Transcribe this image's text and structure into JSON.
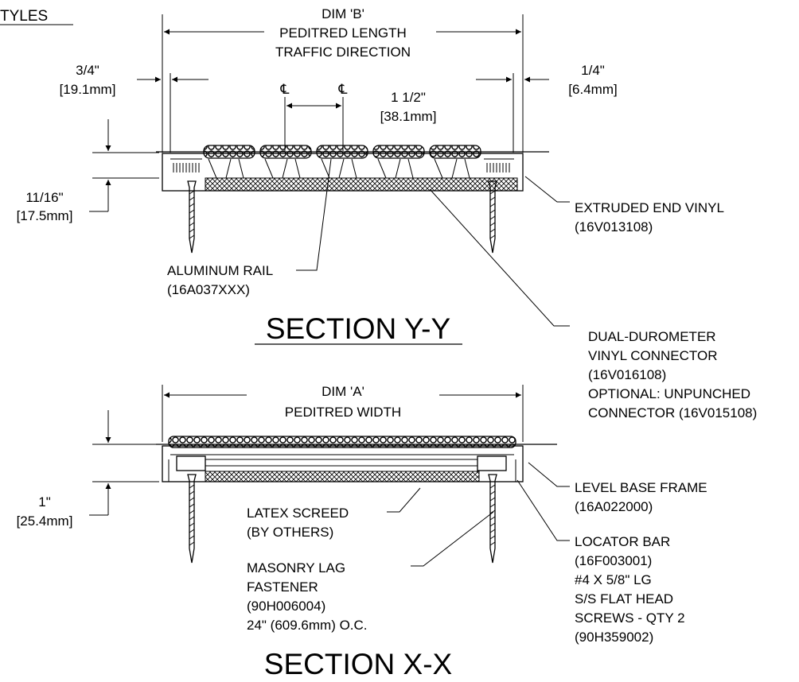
{
  "header_fragment": "TYLES",
  "section_y": {
    "title": "SECTION Y-Y",
    "dim_b": [
      "DIM 'B'",
      "PEDITRED LENGTH",
      "TRAFFIC DIRECTION"
    ],
    "left_offset": [
      "3/4\"",
      "[19.1mm]"
    ],
    "right_offset": [
      "1/4\"",
      "[6.4mm]"
    ],
    "spacing": [
      "1 1/2\"",
      "[38.1mm]"
    ],
    "centerline_symbol": "℄",
    "height": [
      "11/16\"",
      "[17.5mm]"
    ],
    "rail": [
      "ALUMINUM RAIL",
      "(16A037XXX)"
    ],
    "end_vinyl": [
      "EXTRUDED END VINYL",
      "(16V013108)"
    ],
    "connector": [
      "DUAL-DUROMETER",
      "VINYL CONNECTOR",
      "(16V016108)",
      "OPTIONAL:  UNPUNCHED",
      "CONNECTOR (16V015108)"
    ]
  },
  "section_x": {
    "title": "SECTION X-X",
    "dim_a": [
      "DIM 'A'",
      "PEDITRED WIDTH"
    ],
    "height": [
      "1\"",
      "[25.4mm]"
    ],
    "screed": [
      "LATEX SCREED",
      "(BY OTHERS)"
    ],
    "fastener": [
      "MASONRY LAG",
      "FASTENER",
      "(90H006004)",
      "24\" (609.6mm) O.C."
    ],
    "frame": [
      "LEVEL BASE FRAME",
      "(16A022000)"
    ],
    "locator": [
      "LOCATOR BAR",
      "(16F003001)",
      "#4 X 5/8\" LG",
      "S/S FLAT HEAD",
      "SCREWS - QTY 2",
      "(90H359002)"
    ]
  }
}
